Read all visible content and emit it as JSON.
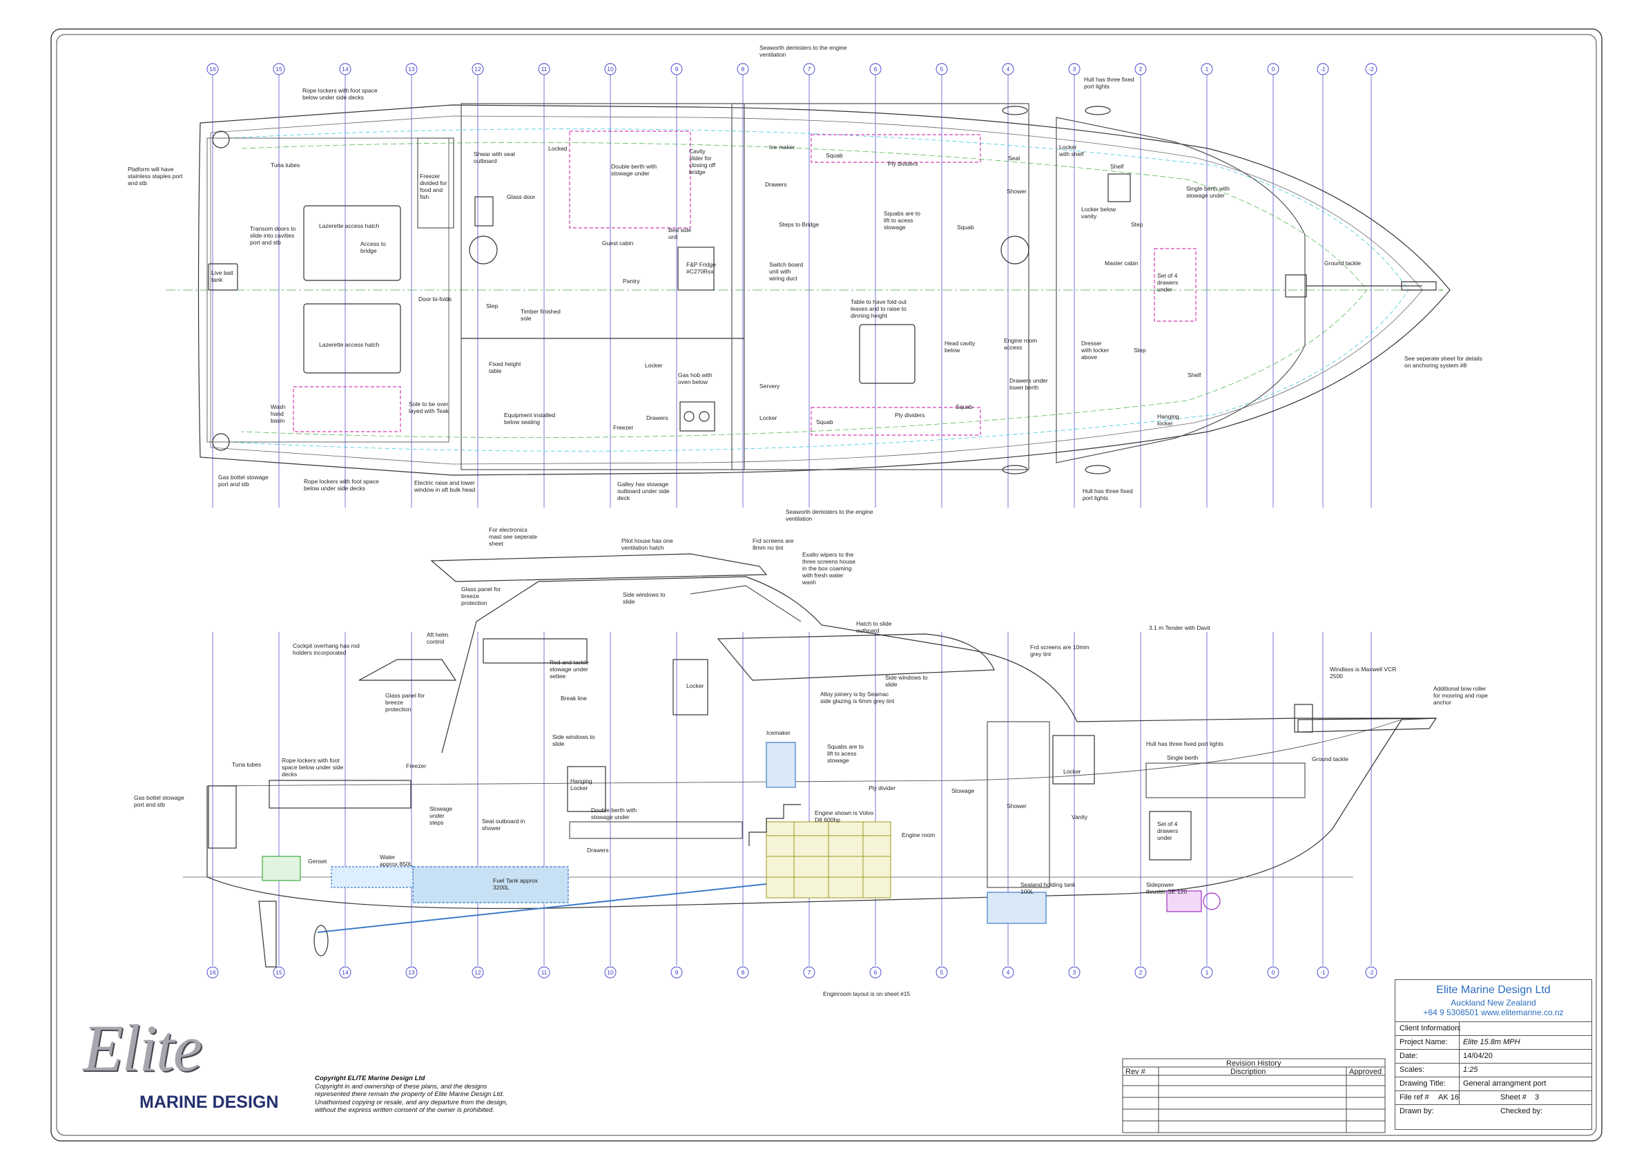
{
  "stations_top": [
    "16",
    "15",
    "14",
    "13",
    "12",
    "11",
    "10",
    "9",
    "8",
    "7",
    "6",
    "5",
    "4",
    "3",
    "2",
    "1",
    "0",
    "-1",
    "-2"
  ],
  "stations_bottom": [
    "16",
    "15",
    "14",
    "13",
    "12",
    "11",
    "10",
    "9",
    "8",
    "7",
    "6",
    "5",
    "4",
    "3",
    "2",
    "1",
    "0",
    "-1",
    "-2"
  ],
  "plan_labels": {
    "l01": "Seaworth demisters to the engine",
    "l01b": "ventilation",
    "l02": "Rope lockers with foot space",
    "l02b": "below under side decks",
    "l03": "Hull has three fixed",
    "l03b": "port lights",
    "l04": "Platform will have",
    "l04b": "stainless staples port",
    "l04c": "and stb",
    "l05": "Tuna tubes",
    "l06": "Freezer",
    "l06b": "divided for",
    "l06c": "food and",
    "l06d": "fish",
    "l07": "Shwar with seat",
    "l07b": "outboard",
    "l08": "Locked",
    "l09": "Double berth with",
    "l09b": "stowage under",
    "l10": "Cavity",
    "l10b": "slider for",
    "l10c": "closing off",
    "l10d": "bridge",
    "l11": "Ice maker",
    "l12": "Squab",
    "l13": "Ply dividers",
    "l14": "Seat",
    "l15": "Locker",
    "l15b": "with shelf",
    "l16": "Shelf",
    "l17": "Single berth with",
    "l17b": "stowage under",
    "l18": "Glass door",
    "l19": "Drawers",
    "l20": "Shower",
    "l21": "Transom doors to",
    "l21b": "slide into cavities",
    "l21c": "port and stb",
    "l22": "Lazerette access hatch",
    "l23": "Access to",
    "l23b": "bridge",
    "l24": "Guest cabin",
    "l25": "Bed side",
    "l25b": "unit",
    "l26": "Steps to Bridge",
    "l27": "Squabs are to",
    "l27b": "lift to acess",
    "l27c": "stowage",
    "l28": "Squab",
    "l29": "Locker below",
    "l29b": "vanity",
    "l30": "Step",
    "l31": "Live bait",
    "l31b": "tank",
    "l32": "F&P Fridge",
    "l32b": "#C270Rsx",
    "l33": "Switch board",
    "l33b": "unit with",
    "l33c": "wiring duct",
    "l34": "Pantry",
    "l35": "Master cabin",
    "l36": "Set of 4",
    "l36b": "drawers",
    "l36c": "under",
    "l37": "Ground tackle",
    "l38": "Door bi-folds",
    "l39": "Step",
    "l40": "Timber finished",
    "l40b": "sole",
    "l41": "Table to have fold out",
    "l41b": "leaves and to raise to",
    "l41c": "dinning height",
    "l42": "Lazerette access hatch",
    "l43": "Head cavity",
    "l43b": "below",
    "l44": "Engine room",
    "l44b": "access",
    "l45": "Dresser",
    "l45b": "with locker",
    "l45c": "above",
    "l46": "Step",
    "l47": "See seperate sheet for details",
    "l47b": "on anchoring system #8",
    "l48": "Fixed height",
    "l48b": "table",
    "l49": "Locker",
    "l50": "Gas hob with",
    "l50b": "oven below",
    "l51": "Servery",
    "l52": "Drawers under",
    "l52b": "lower berth",
    "l53": "Shelf",
    "l54": "Wash",
    "l54b": "hand",
    "l54c": "basin",
    "l55": "Sole to be over",
    "l55b": "layed with Teak",
    "l56": "Equipment installed",
    "l56b": "below seating",
    "l57": "Freezer",
    "l58": "Drawers",
    "l59": "Locker",
    "l60": "Squab",
    "l61": "Ply dividers",
    "l62": "Squab",
    "l63": "Hanging",
    "l63b": "locker",
    "l64": "Gas bottel stowage",
    "l64b": "port and stb",
    "l65": "Rope lockers with foot space",
    "l65b": "below under side decks",
    "l66": "Electric raise and lower",
    "l66b": "window in aft bulk head",
    "l67": "Galley has stowage",
    "l67b": "outboard under side",
    "l67c": "deck",
    "l68": "Hull has three fixed",
    "l68b": "port lights",
    "l69": "Seaworth demisters to the engine",
    "l69b": "ventilation"
  },
  "profile_labels": {
    "p01": "For electronics",
    "p01b": "mast see seperate",
    "p01c": "sheet",
    "p02": "Pilot house has one",
    "p02b": "ventilation hatch",
    "p03": "Frd screens are",
    "p03b": "8mm no tint",
    "p04": "Exalto wipers to the",
    "p04b": "three screens house",
    "p04c": "in the box coaming",
    "p04d": "with fresh water",
    "p04e": "wash",
    "p05": "Glass panel for",
    "p05b": "breeze",
    "p05c": "protection",
    "p06": "Side windows to",
    "p06b": "slide",
    "p07": "Hatch to slide",
    "p07b": "outboard",
    "p08": "3.1 m Tender with Davit",
    "p09": "Aft helm",
    "p09b": "control",
    "p10": "Frd screens are 10mm",
    "p10b": "grey tint",
    "p11": "Cockpit overhang has rod",
    "p11b": "holders incorporated",
    "p12": "Rod and tackle",
    "p12b": "stowage under",
    "p12c": "settee",
    "p13": "Locker",
    "p14": "Side windows to",
    "p14b": "slide",
    "p15": "Windlass is Maxwell VCR",
    "p15b": "2500",
    "p16": "Additional bow roller",
    "p16b": "for mooring and rope",
    "p16c": "anchor",
    "p17": "Glass panel for",
    "p17b": "breeze",
    "p17c": "protection",
    "p18": "Break line",
    "p19": "Alloy joinery is by Seamac",
    "p19b": "side glazing is 6mm grey tint",
    "p20": "Icemaker",
    "p21": "Hull has three fixed port lights",
    "p22": "Tuna tubes",
    "p23": "Rope lockers with foot",
    "p23b": "space below under side",
    "p23c": "decks",
    "p24": "Side windows to",
    "p24b": "slide",
    "p25": "Squabs are to",
    "p25b": "lift to acess",
    "p25c": "stowage",
    "p26": "Locker",
    "p27": "Single berth",
    "p28": "Ground tackle",
    "p29": "Freezer",
    "p30": "Hanging",
    "p30b": "Locker",
    "p31": "Ply divider",
    "p32": "Stowage",
    "p33": "Gas bottel stowage",
    "p33b": "port and stb",
    "p34": "Stowage",
    "p34b": "under",
    "p34c": "steps",
    "p35": "Double berth with",
    "p35b": "stowage under",
    "p36": "Shower",
    "p37": "Engine shown is Volvo",
    "p37b": "D8 600hp",
    "p38": "Vanity",
    "p39": "Set of 4",
    "p39b": "drawers",
    "p39c": "under",
    "p40": "Seat outboard in",
    "p40b": "shower",
    "p41": "Engine room",
    "p42": "Drawers",
    "p43": "Genset",
    "p44": "Water",
    "p44b": "approx 850L",
    "p45": "Fuel Tank approx",
    "p45b": "3200L",
    "p46": "Sealand holding tank",
    "p46b": "100L",
    "p47": "Sidepower",
    "p47b": "thruster SE 120",
    "p48": "Enginroom layout is on sheet #15"
  },
  "logo": {
    "script": "Elite",
    "tagline": "MARINE DESIGN"
  },
  "copyright": {
    "title": "Copyright ELITE Marine Design Ltd",
    "line1": "Copyright in and ownership of these plans, and the designs",
    "line2": "represented there remain the property of Elite Marine Design Ltd.",
    "line3": "Unathorised copying or resale, and any departure from the design,",
    "line4": "without the express written consent of the owner is prohibited."
  },
  "revision": {
    "title": "Revision History",
    "col1": "Rev #",
    "col2": "Discription",
    "col3": "Approved"
  },
  "title_block": {
    "company": "Elite Marine Design Ltd",
    "city": "Auckland New Zealand",
    "contact": "+64 9 5308501 www.elitemarine.co.nz",
    "client_label": "Client Information:",
    "project_label": "Project Name:",
    "project_value": "Elite 15.8m MPH",
    "date_label": "Date:",
    "date_value": "14/04/20",
    "scales_label": "Scales:",
    "scales_value": "1:25",
    "drawing_label": "Drawing Title:",
    "drawing_value": "General arrangment port",
    "fileref_label": "File ref #",
    "fileref_value": "AK 16",
    "sheet_label": "Sheet #",
    "sheet_value": "3",
    "drawn_label": "Drawn by:",
    "checked_label": "Checked by:"
  },
  "colors": {
    "station": "#3a3ac8",
    "magenta": "#d43cb4",
    "cyan": "#3cc8d8",
    "olive": "#9a9a1e",
    "green": "#3caa3c"
  }
}
